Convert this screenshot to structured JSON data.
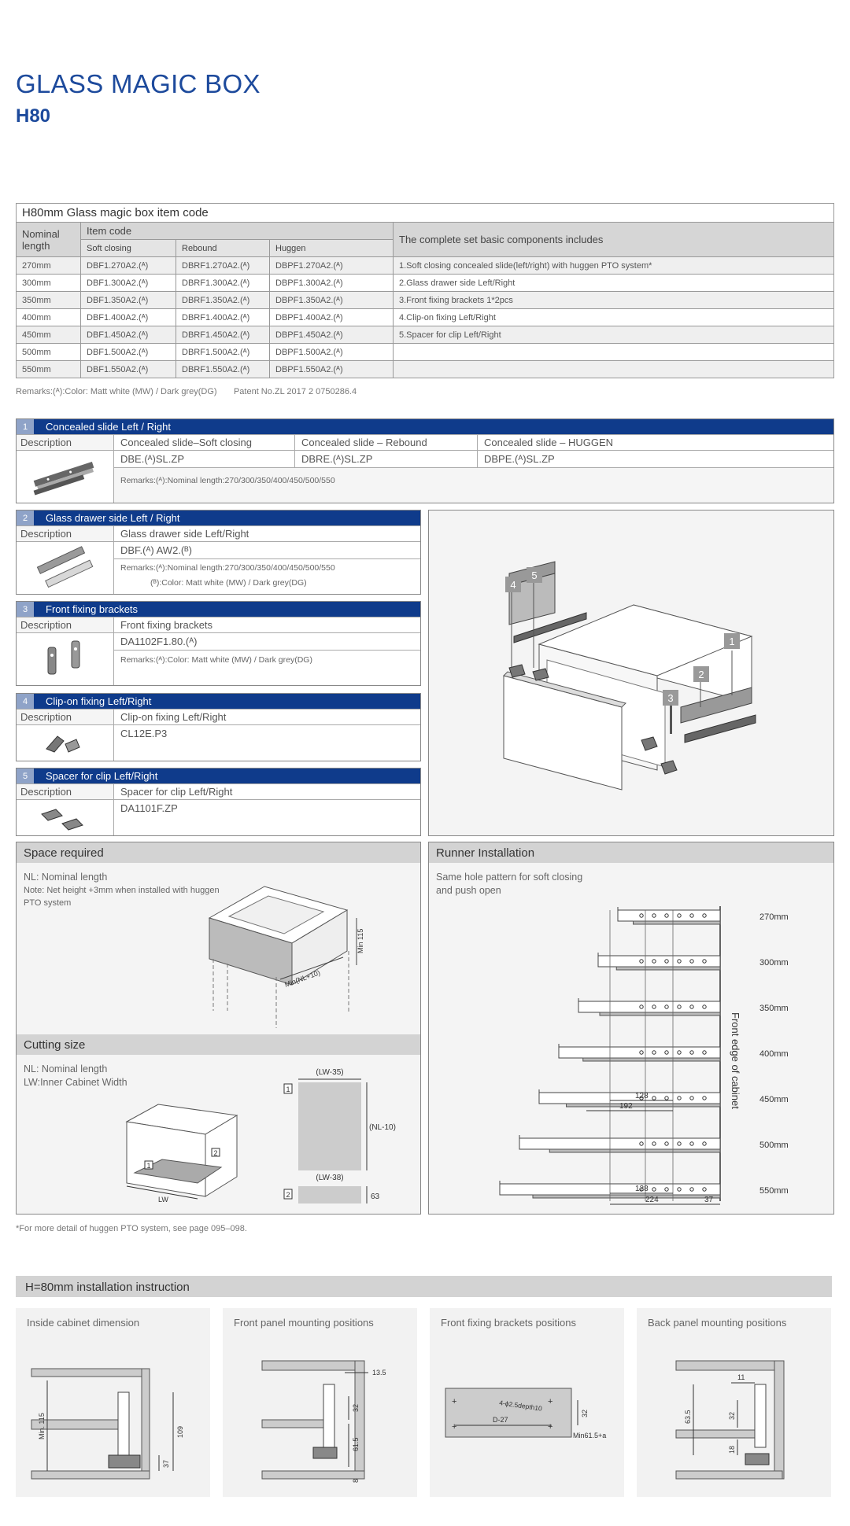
{
  "header": {
    "title": "GLASS MAGIC BOX",
    "subtitle": "H80"
  },
  "item_table": {
    "caption": "H80mm Glass magic box item code",
    "col_nominal": "Nominal length",
    "col_item_code": "Item code",
    "sub_soft": "Soft closing",
    "sub_rebound": "Rebound",
    "sub_huggen": "Huggen",
    "col_components": "The complete set basic components includes",
    "rows": [
      {
        "len": "270mm",
        "soft": "DBF1.270A2.(ᴬ)",
        "rebound": "DBRF1.270A2.(ᴬ)",
        "huggen": "DBPF1.270A2.(ᴬ)",
        "comp": "1.Soft closing concealed slide(left/right) with huggen PTO system*"
      },
      {
        "len": "300mm",
        "soft": "DBF1.300A2.(ᴬ)",
        "rebound": "DBRF1.300A2.(ᴬ)",
        "huggen": "DBPF1.300A2.(ᴬ)",
        "comp": "2.Glass drawer side Left/Right"
      },
      {
        "len": "350mm",
        "soft": "DBF1.350A2.(ᴬ)",
        "rebound": "DBRF1.350A2.(ᴬ)",
        "huggen": "DBPF1.350A2.(ᴬ)",
        "comp": "3.Front fixing brackets 1*2pcs"
      },
      {
        "len": "400mm",
        "soft": "DBF1.400A2.(ᴬ)",
        "rebound": "DBRF1.400A2.(ᴬ)",
        "huggen": "DBPF1.400A2.(ᴬ)",
        "comp": "4.Clip-on fixing Left/Right"
      },
      {
        "len": "450mm",
        "soft": "DBF1.450A2.(ᴬ)",
        "rebound": "DBRF1.450A2.(ᴬ)",
        "huggen": "DBPF1.450A2.(ᴬ)",
        "comp": "5.Spacer for clip Left/Right"
      },
      {
        "len": "500mm",
        "soft": "DBF1.500A2.(ᴬ)",
        "rebound": "DBRF1.500A2.(ᴬ)",
        "huggen": "DBPF1.500A2.(ᴬ)",
        "comp": ""
      },
      {
        "len": "550mm",
        "soft": "DBF1.550A2.(ᴬ)",
        "rebound": "DBRF1.550A2.(ᴬ)",
        "huggen": "DBPF1.550A2.(ᴬ)",
        "comp": ""
      }
    ],
    "remarks": "Remarks:(ᴬ):Color: Matt white (MW) / Dark grey(DG)       Patent No.ZL 2017 2 0750286.4"
  },
  "sections": {
    "s1": {
      "num": "1",
      "title": "Concealed slide Left / Right",
      "desc": "Description",
      "h1": "Concealed slide–Soft closing",
      "h2": "Concealed slide – Rebound",
      "h3": "Concealed slide – HUGGEN",
      "c1": "DBE.(ᴬ)SL.ZP",
      "c2": "DBRE.(ᴬ)SL.ZP",
      "c3": "DBPE.(ᴬ)SL.ZP",
      "remark": "Remarks:(ᴬ):Nominal length:270/300/350/400/450/500/550"
    },
    "s2": {
      "num": "2",
      "title": "Glass drawer side Left / Right",
      "desc": "Description",
      "h1": "Glass drawer side Left/Right",
      "code": "DBF.(ᴬ) AW2.(ᴮ)",
      "remark1": "Remarks:(ᴬ):Nominal length:270/300/350/400/450/500/550",
      "remark2": "(ᴮ):Color: Matt white (MW) / Dark grey(DG)"
    },
    "s3": {
      "num": "3",
      "title": "Front fixing brackets",
      "desc": "Description",
      "h1": "Front fixing brackets",
      "code": "DA1102F1.80.(ᴬ)",
      "remark": "Remarks:(ᴬ):Color: Matt white (MW) / Dark grey(DG)"
    },
    "s4": {
      "num": "4",
      "title": "Clip-on fixing Left/Right",
      "desc": "Description",
      "h1": "Clip-on fixing Left/Right",
      "code": "CL12E.P3"
    },
    "s5": {
      "num": "5",
      "title": "Spacer for clip Left/Right",
      "desc": "Description",
      "h1": "Spacer for clip Left/Right",
      "code": "DA1101F.ZP"
    }
  },
  "callouts": [
    "4",
    "5",
    "1",
    "2",
    "3"
  ],
  "space": {
    "title": "Space required",
    "l1": "NL: Nominal length",
    "l2": "Note: Net height +3mm when installed with huggen",
    "l3": "PTO system",
    "d1": "Min 115",
    "d2": "Min(NL+10)"
  },
  "cutting": {
    "title": "Cutting size",
    "l1": "NL: Nominal length",
    "l2": "LW:Inner Cabinet Width",
    "b1": "1",
    "b2": "2",
    "d1": "(LW-35)",
    "d2": "(NL-10)",
    "d3": "(LW-38)",
    "d4": "63",
    "lw": "LW"
  },
  "runner": {
    "title": "Runner Installation",
    "l1": "Same hole pattern for soft closing",
    "l2": "and push open",
    "sizes": [
      "270mm",
      "300mm",
      "350mm",
      "400mm",
      "450mm",
      "500mm",
      "550mm"
    ],
    "vertical": "Front edge of cabinet",
    "d128a": "128",
    "d192": "192",
    "d128b": "128",
    "d224": "224",
    "d37": "37"
  },
  "footnote": "*For more detail of huggen PTO system, see page 095–098.",
  "instruction": {
    "title": "H=80mm installation instruction",
    "cards": [
      {
        "title": "Inside cabinet dimension",
        "dims": [
          "Min. 115",
          "109",
          "37"
        ]
      },
      {
        "title": "Front panel mounting positions",
        "dims": [
          "13.5",
          "32",
          "61.5",
          "8"
        ]
      },
      {
        "title": "Front fixing brackets positions",
        "dims": [
          "4-ϕ2.5depth10",
          "D-27",
          "32",
          "Min61.5+a"
        ]
      },
      {
        "title": "Back panel mounting positions",
        "dims": [
          "11",
          "63.5",
          "32",
          "18"
        ]
      }
    ]
  }
}
